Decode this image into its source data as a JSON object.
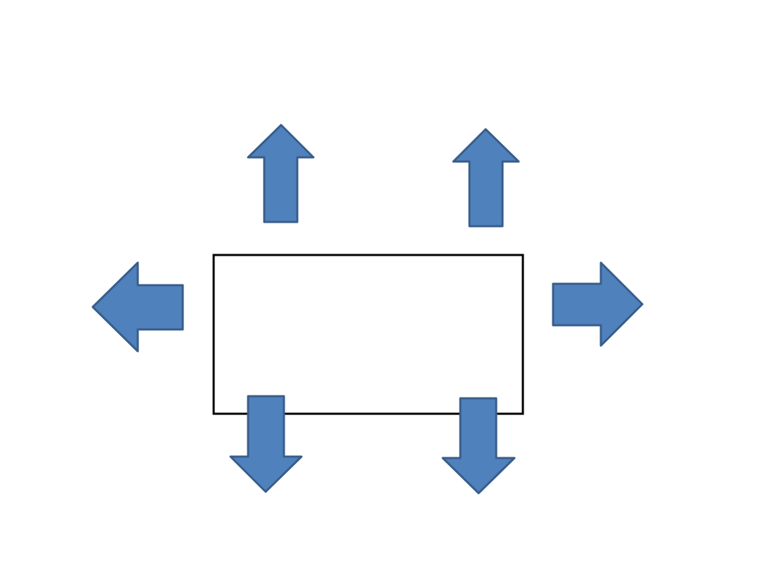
{
  "diagram": {
    "colors": {
      "arrow_fill": "#4F81BD",
      "arrow_stroke": "#385D8A",
      "box_stroke": "#000000",
      "background": "#FFFFFF"
    },
    "center_box": {
      "shape": "rectangle"
    },
    "arrows": [
      {
        "id": "up-left",
        "direction": "up"
      },
      {
        "id": "up-right",
        "direction": "up"
      },
      {
        "id": "left",
        "direction": "left"
      },
      {
        "id": "right",
        "direction": "right"
      },
      {
        "id": "down-left",
        "direction": "down"
      },
      {
        "id": "down-right",
        "direction": "down"
      }
    ]
  }
}
